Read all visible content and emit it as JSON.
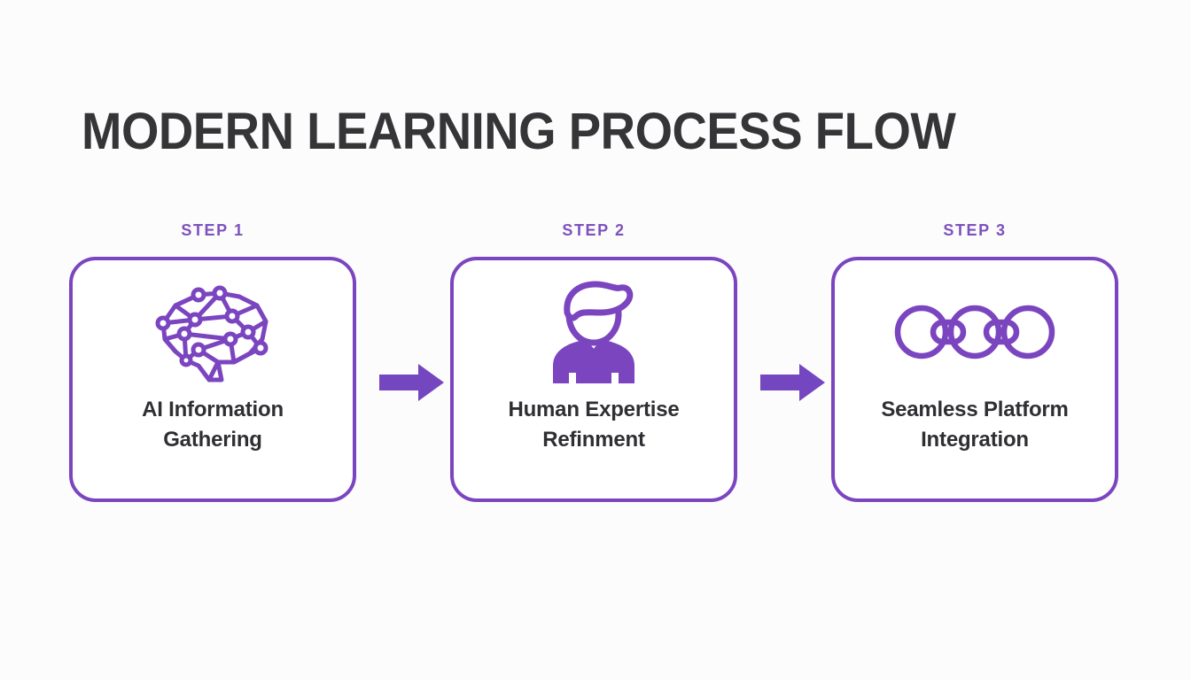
{
  "page": {
    "title": "MODERN LEARNING PROCESS FLOW",
    "background_color": "#fcfcfd",
    "accent_purple": "#7b45c0",
    "step_label_color": "#7d52bd",
    "text_color": "#2f2f33"
  },
  "flow": {
    "steps": [
      {
        "step_label": "STEP 1",
        "icon": "brain-network-icon",
        "title": "AI Information\nGathering",
        "title_line_1": "AI Information",
        "title_line_2": "Gathering"
      },
      {
        "step_label": "STEP 2",
        "icon": "person-expert-icon",
        "title": "Human Expertise\nRefinment",
        "title_line_1": "Human Expertise",
        "title_line_2": "Refinment"
      },
      {
        "step_label": "STEP 3",
        "icon": "chain-links-icon",
        "title": "Seamless Platform\nIntegration",
        "title_line_1": "Seamless Platform",
        "title_line_2": "Integration"
      }
    ],
    "connectors": [
      {
        "icon": "arrow-right-icon",
        "from": "STEP 1",
        "to": "STEP 2"
      },
      {
        "icon": "arrow-right-icon",
        "from": "STEP 2",
        "to": "STEP 3"
      }
    ]
  }
}
